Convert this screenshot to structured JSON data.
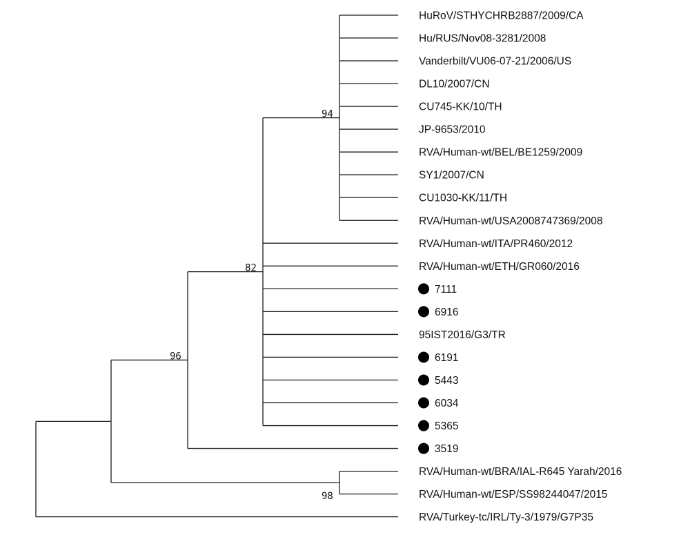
{
  "tree": {
    "tips": [
      {
        "id": "t1",
        "label": "HuRoV/STHYCHRB2887/2009/CA",
        "marker": false
      },
      {
        "id": "t2",
        "label": "Hu/RUS/Nov08-3281/2008",
        "marker": false
      },
      {
        "id": "t3",
        "label": "Vanderbilt/VU06-07-21/2006/US",
        "marker": false
      },
      {
        "id": "t4",
        "label": "DL10/2007/CN",
        "marker": false
      },
      {
        "id": "t5",
        "label": "CU745-KK/10/TH",
        "marker": false
      },
      {
        "id": "t6",
        "label": "JP-9653/2010",
        "marker": false
      },
      {
        "id": "t7",
        "label": "RVA/Human-wt/BEL/BE1259/2009",
        "marker": false
      },
      {
        "id": "t8",
        "label": "SY1/2007/CN",
        "marker": false
      },
      {
        "id": "t9",
        "label": "CU1030-KK/11/TH",
        "marker": false
      },
      {
        "id": "t10",
        "label": "RVA/Human-wt/USA2008747369/2008",
        "marker": false
      },
      {
        "id": "t11",
        "label": "RVA/Human-wt/ITA/PR460/2012",
        "marker": false
      },
      {
        "id": "t12",
        "label": "RVA/Human-wt/ETH/GR060/2016",
        "marker": false
      },
      {
        "id": "t13",
        "label": "7111",
        "marker": true
      },
      {
        "id": "t14",
        "label": "6916",
        "marker": true
      },
      {
        "id": "t15",
        "label": "95IST2016/G3/TR",
        "marker": false
      },
      {
        "id": "t16",
        "label": "6191",
        "marker": true
      },
      {
        "id": "t17",
        "label": "5443",
        "marker": true
      },
      {
        "id": "t18",
        "label": "6034",
        "marker": true
      },
      {
        "id": "t19",
        "label": "5365",
        "marker": true
      },
      {
        "id": "t20",
        "label": "3519",
        "marker": true
      },
      {
        "id": "t21",
        "label": "RVA/Human-wt/BRA/IAL-R645 Yarah/2016",
        "marker": false
      },
      {
        "id": "t22",
        "label": "RVA/Human-wt/ESP/SS98244047/2015",
        "marker": false
      },
      {
        "id": "t23",
        "label": "RVA/Turkey-tc/IRL/Ty-3/1979/G7P35",
        "marker": false
      }
    ],
    "support": [
      {
        "node": "clade-a",
        "value": "94"
      },
      {
        "node": "clade-b",
        "value": "82"
      },
      {
        "node": "clade-c",
        "value": "96"
      },
      {
        "node": "clade-e",
        "value": "98"
      }
    ]
  }
}
